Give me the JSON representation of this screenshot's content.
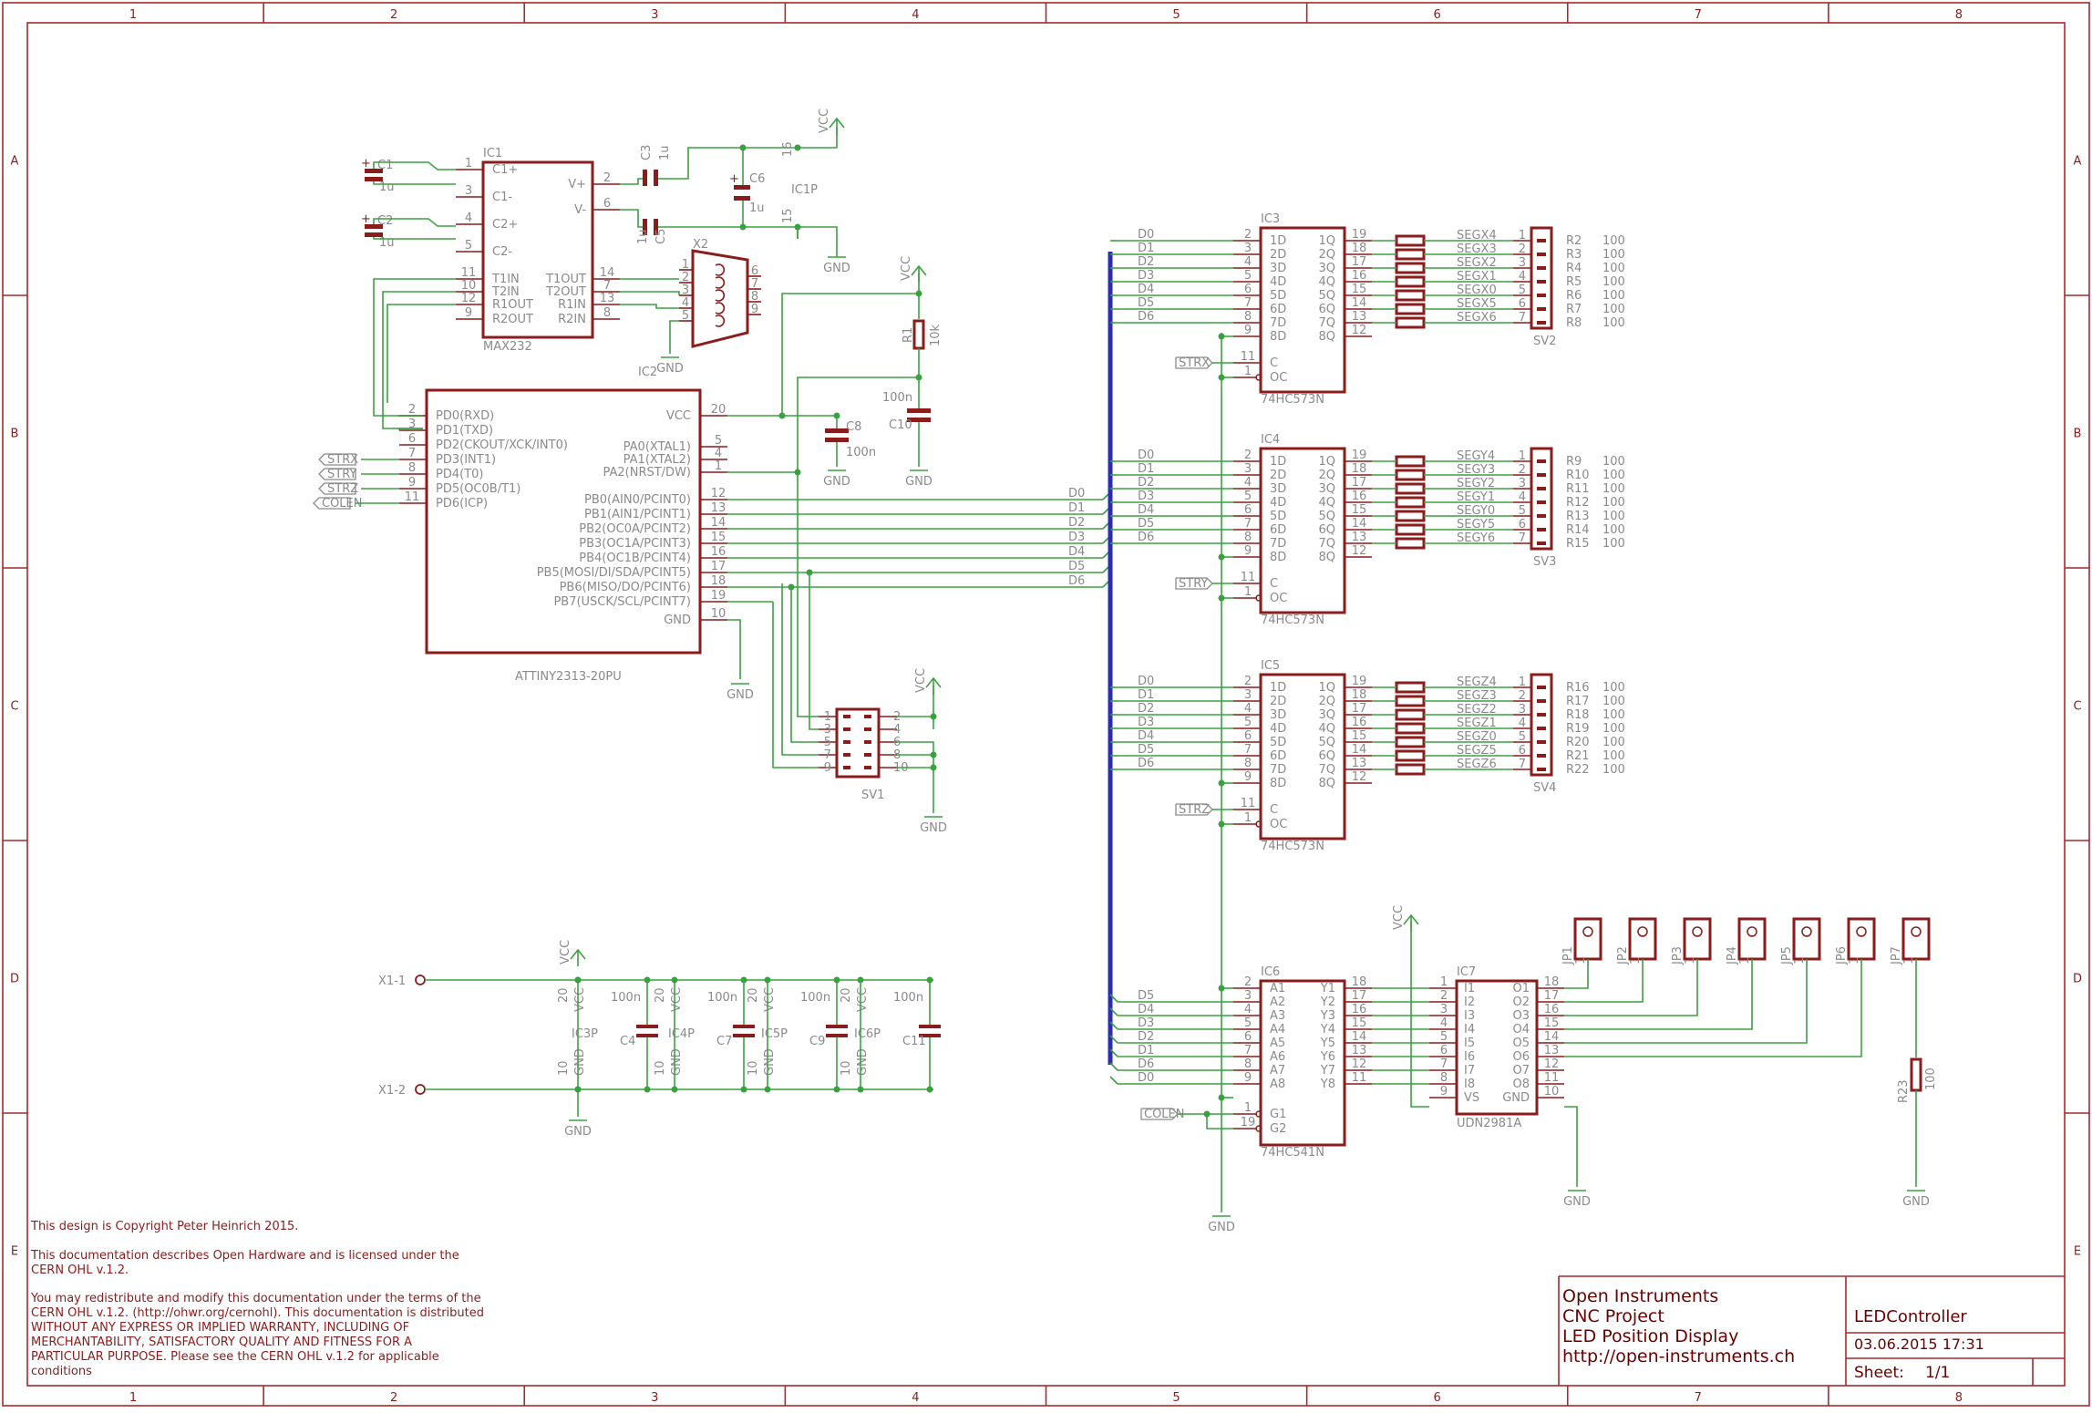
{
  "frame": {
    "cols": [
      "1",
      "2",
      "3",
      "4",
      "5",
      "6",
      "7",
      "8"
    ],
    "rows": [
      "A",
      "B",
      "C",
      "D",
      "E"
    ]
  },
  "colors": {
    "frame": "#a52a2a",
    "part": "#8b1c1c",
    "wire": "#3aa142",
    "bus": "#2c2cb0",
    "label": "#8a8a8a"
  },
  "ic1": {
    "name": "IC1",
    "value": "MAX232",
    "left_pins": [
      {
        "num": "1",
        "name": "C1+"
      },
      {
        "num": "3",
        "name": "C1-"
      },
      {
        "num": "4",
        "name": "C2+"
      },
      {
        "num": "5",
        "name": "C2-"
      },
      {
        "num": "11",
        "name": "T1IN"
      },
      {
        "num": "10",
        "name": "T2IN"
      },
      {
        "num": "12",
        "name": "R1OUT"
      },
      {
        "num": "9",
        "name": "R2OUT"
      }
    ],
    "right_pins": [
      {
        "num": "2",
        "name": "V+"
      },
      {
        "num": "6",
        "name": "V-"
      },
      {
        "num": "14",
        "name": "T1OUT"
      },
      {
        "num": "7",
        "name": "T2OUT"
      },
      {
        "num": "13",
        "name": "R1IN"
      },
      {
        "num": "8",
        "name": "R2IN"
      }
    ]
  },
  "ic2": {
    "name": "IC2",
    "value": "ATTINY2313-20PU",
    "left_pins": [
      {
        "num": "2",
        "name": "PD0(RXD)"
      },
      {
        "num": "3",
        "name": "PD1(TXD)"
      },
      {
        "num": "6",
        "name": "PD2(CKOUT/XCK/INT0)"
      },
      {
        "num": "7",
        "name": "PD3(INT1)"
      },
      {
        "num": "8",
        "name": "PD4(T0)"
      },
      {
        "num": "9",
        "name": "PD5(OC0B/T1)"
      },
      {
        "num": "11",
        "name": "PD6(ICP)"
      }
    ],
    "right_pins": [
      {
        "num": "20",
        "name": "VCC"
      },
      {
        "num": "5",
        "name": "PA0(XTAL1)"
      },
      {
        "num": "4",
        "name": "PA1(XTAL2)"
      },
      {
        "num": "1",
        "name": "PA2(NRST/DW)"
      },
      {
        "num": "12",
        "name": "PB0(AIN0/PCINT0)"
      },
      {
        "num": "13",
        "name": "PB1(AIN1/PCINT1)"
      },
      {
        "num": "14",
        "name": "PB2(OC0A/PCINT2)"
      },
      {
        "num": "15",
        "name": "PB3(OC1A/PCINT3)"
      },
      {
        "num": "16",
        "name": "PB4(OC1B/PCINT4)"
      },
      {
        "num": "17",
        "name": "PB5(MOSI/DI/SDA/PCINT5)"
      },
      {
        "num": "18",
        "name": "PB6(MISO/DO/PCINT6)"
      },
      {
        "num": "19",
        "name": "PB7(USCK/SCL/PCINT7)"
      },
      {
        "num": "10",
        "name": "GND"
      }
    ]
  },
  "latches": [
    {
      "name": "IC3",
      "value": "74HC573N",
      "strobe": "STRX",
      "seg": [
        "SEGX4",
        "SEGX3",
        "SEGX2",
        "SEGX1",
        "SEGX0",
        "SEGX5",
        "SEGX6"
      ],
      "res": [
        "R2",
        "R3",
        "R4",
        "R5",
        "R6",
        "R7",
        "R8"
      ],
      "sv": "SV2"
    },
    {
      "name": "IC4",
      "value": "74HC573N",
      "strobe": "STRY",
      "seg": [
        "SEGY4",
        "SEGY3",
        "SEGY2",
        "SEGY1",
        "SEGY0",
        "SEGY5",
        "SEGY6"
      ],
      "res": [
        "R9",
        "R10",
        "R11",
        "R12",
        "R13",
        "R14",
        "R15"
      ],
      "sv": "SV3"
    },
    {
      "name": "IC5",
      "value": "74HC573N",
      "strobe": "STRZ",
      "seg": [
        "SEGZ4",
        "SEGZ3",
        "SEGZ2",
        "SEGZ1",
        "SEGZ0",
        "SEGZ5",
        "SEGZ6"
      ],
      "res": [
        "R16",
        "R17",
        "R18",
        "R19",
        "R20",
        "R21",
        "R22"
      ],
      "sv": "SV4"
    }
  ],
  "latch_pins": {
    "in_num": [
      "2",
      "3",
      "4",
      "5",
      "6",
      "7",
      "8",
      "9"
    ],
    "in_name": [
      "1D",
      "2D",
      "3D",
      "4D",
      "5D",
      "6D",
      "7D",
      "8D"
    ],
    "out_num": [
      "19",
      "18",
      "17",
      "16",
      "15",
      "14",
      "13",
      "12"
    ],
    "out_name": [
      "1Q",
      "2Q",
      "3Q",
      "4Q",
      "5Q",
      "6Q",
      "7Q",
      "8Q"
    ],
    "c_num": "11",
    "c_name": "C",
    "oc_num": "1",
    "oc_name": "OC",
    "res_value": "100",
    "header_pins": [
      "1",
      "2",
      "3",
      "4",
      "5",
      "6",
      "7"
    ]
  },
  "bus": {
    "latch_labels": [
      "D0",
      "D1",
      "D2",
      "D3",
      "D4",
      "D5",
      "D6"
    ],
    "mcu_labels": [
      "D0",
      "D1",
      "D2",
      "D3",
      "D4",
      "D5",
      "D6"
    ],
    "ic6_labels": [
      "D5",
      "D4",
      "D3",
      "D2",
      "D1",
      "D6",
      "D0"
    ]
  },
  "ic6": {
    "name": "IC6",
    "value": "74HC541N",
    "in_num": [
      "2",
      "3",
      "4",
      "5",
      "6",
      "7",
      "8",
      "9"
    ],
    "in_name": [
      "A1",
      "A2",
      "A3",
      "A4",
      "A5",
      "A6",
      "A7",
      "A8"
    ],
    "out_num": [
      "18",
      "17",
      "16",
      "15",
      "14",
      "13",
      "12",
      "11"
    ],
    "out_name": [
      "Y1",
      "Y2",
      "Y3",
      "Y4",
      "Y5",
      "Y6",
      "Y7",
      "Y8"
    ],
    "g_num": [
      "1",
      "19"
    ],
    "g_name": [
      "G1",
      "G2"
    ],
    "enable": "COLEN"
  },
  "ic7": {
    "name": "IC7",
    "value": "UDN2981A",
    "in_num": [
      "1",
      "2",
      "3",
      "4",
      "5",
      "6",
      "7",
      "8",
      "9"
    ],
    "in_name": [
      "I1",
      "I2",
      "I3",
      "I4",
      "I5",
      "I6",
      "I7",
      "I8",
      "VS"
    ],
    "out_num": [
      "18",
      "17",
      "16",
      "15",
      "14",
      "13",
      "12",
      "11",
      "10"
    ],
    "out_name": [
      "O1",
      "O2",
      "O3",
      "O4",
      "O5",
      "O6",
      "O7",
      "O8",
      "GND"
    ]
  },
  "jumpers": [
    "JP1",
    "JP2",
    "JP3",
    "JP4",
    "JP5",
    "JP6",
    "JP7"
  ],
  "r1": {
    "name": "R1",
    "value": "10k"
  },
  "r23": {
    "name": "R23",
    "value": "100"
  },
  "caps": {
    "c1": {
      "name": "C1",
      "value": "1u"
    },
    "c2": {
      "name": "C2",
      "value": "1u"
    },
    "c3": {
      "name": "C3",
      "value": "1u"
    },
    "c5": {
      "name": "C5",
      "value": "1u"
    },
    "c6": {
      "name": "C6",
      "value": "1u"
    },
    "c8": {
      "name": "C8",
      "value": "100n"
    },
    "c10": {
      "name": "C10",
      "value": "100n"
    }
  },
  "decoupling": [
    {
      "ic": "IC3P",
      "cap": "C4",
      "value": "100n"
    },
    {
      "ic": "IC4P",
      "cap": "C7",
      "value": "100n"
    },
    {
      "ic": "IC5P",
      "cap": "C9",
      "value": "100n"
    },
    {
      "ic": "IC6P",
      "cap": "C11",
      "value": "100n"
    }
  ],
  "power_pins": {
    "vcc_num": "20",
    "vcc": "VCC",
    "gnd_num": "10",
    "gnd": "GND"
  },
  "ic1p": {
    "name": "IC1P",
    "vcc_num": "16",
    "gnd_num": "15"
  },
  "x2": {
    "name": "X2",
    "pins_left": [
      "1",
      "2",
      "3",
      "4",
      "5"
    ],
    "pins_right": [
      "6",
      "7",
      "8",
      "9"
    ]
  },
  "sv1": {
    "name": "SV1",
    "left": [
      "1",
      "3",
      "5",
      "7",
      "9"
    ],
    "right": [
      "2",
      "4",
      "6",
      "8",
      "10"
    ]
  },
  "x1": [
    "X1-1",
    "X1-2"
  ],
  "nets": {
    "vcc": "VCC",
    "gnd": "GND",
    "strx": "STRX",
    "stry": "STRY",
    "strz": "STRZ",
    "colen": "COLEN"
  },
  "license": [
    "This design is Copyright Peter Heinrich 2015.",
    "This documentation describes Open Hardware and is licensed under the",
    "CERN OHL v.1.2.",
    "You may redistribute and modify this documentation under the terms of the",
    "CERN OHL v.1.2. (http://ohwr.org/cernohl). This documentation is distributed",
    "WITHOUT ANY EXPRESS OR IMPLIED WARRANTY, INCLUDING OF",
    "MERCHANTABILITY, SATISFACTORY QUALITY AND FITNESS FOR A",
    "PARTICULAR PURPOSE. Please see the CERN OHL v.1.2 for applicable",
    "conditions"
  ],
  "title_block": {
    "lines": [
      "Open Instruments",
      "CNC Project",
      "LED Position Display",
      "http://open-instruments.ch"
    ],
    "drawing": "LEDController",
    "date": "03.06.2015 17:31",
    "sheet_label": "Sheet:",
    "sheet_value": "1/1"
  }
}
